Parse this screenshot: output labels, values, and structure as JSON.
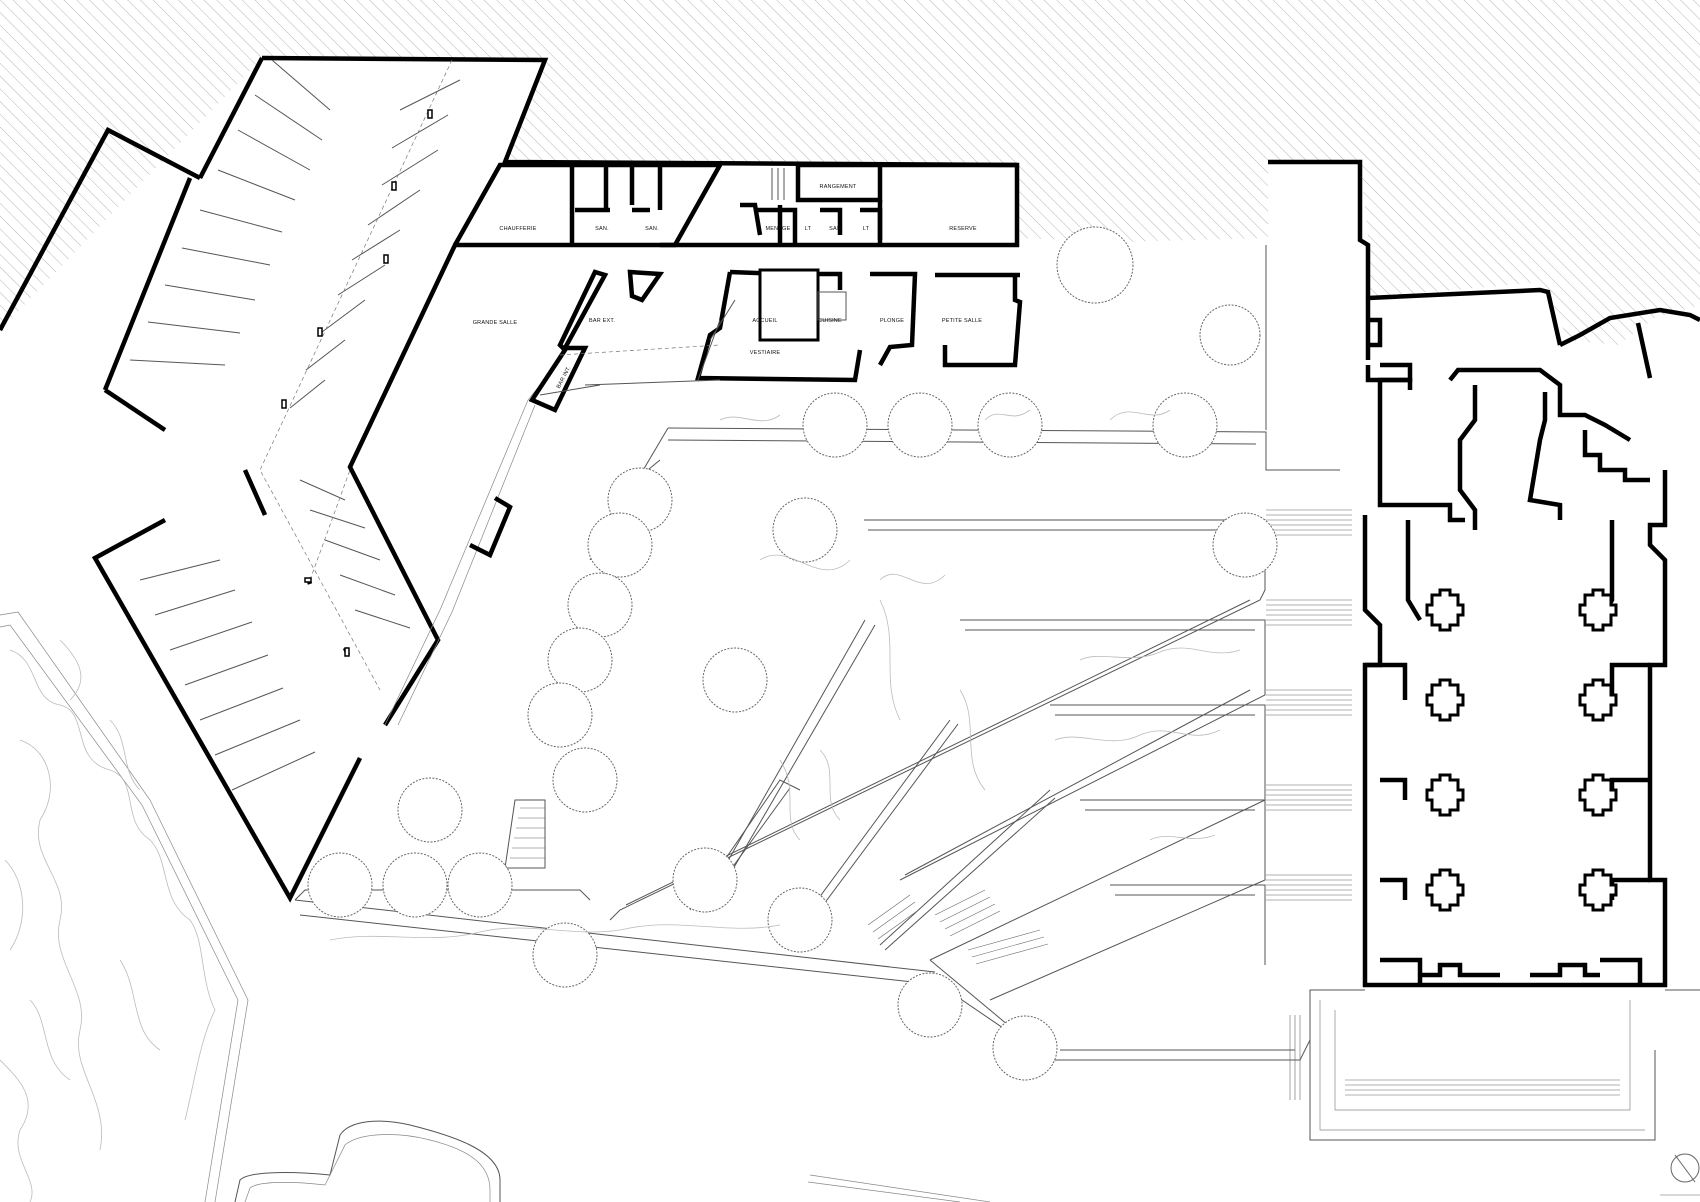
{
  "drawing": {
    "type": "architectural site plan",
    "room_labels": {
      "chaufferie": "CHAUFFERIE",
      "san_1": "SAN.",
      "san_2": "SAN.",
      "rangement": "RANGEMENT",
      "menage": "MENAGE",
      "lt_1": "LT",
      "san_3": "SAN.",
      "lt_2": "LT",
      "reserve": "RESERVE",
      "grande_salle": "GRANDE SALLE",
      "bar_ext": "BAR EXT.",
      "bar_int": "BAR INT.",
      "accueil": "ACCUEIL",
      "cuisine": "CUISINE",
      "plonge": "PLONGE",
      "petite_salle": "PETITE SALLE",
      "vestiaire": "VESTIAIRE"
    },
    "colors": {
      "walls": "#000000",
      "hatch": "#b5b5b5",
      "vegetation": "#bbbbbb",
      "background": "#ffffff"
    },
    "icons": [
      "north-arrow-icon"
    ]
  }
}
